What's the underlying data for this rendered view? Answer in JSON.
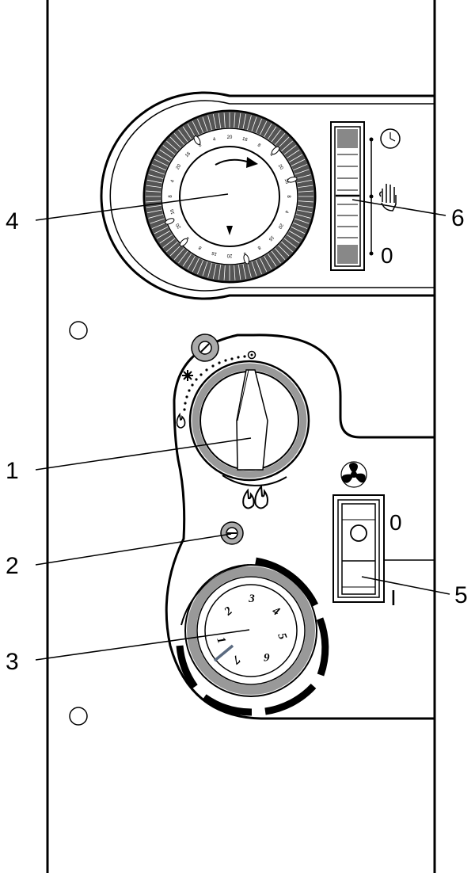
{
  "callouts": [
    {
      "id": "1",
      "label": "1"
    },
    {
      "id": "2",
      "label": "2"
    },
    {
      "id": "3",
      "label": "3"
    },
    {
      "id": "4",
      "label": "4"
    },
    {
      "id": "5",
      "label": "5"
    },
    {
      "id": "6",
      "label": "6"
    }
  ],
  "timer": {
    "hour_labels": [
      "20",
      "16",
      "8",
      "4"
    ],
    "switch_labels": {
      "off": "0"
    },
    "icons": [
      "clock-icon",
      "hand-icon"
    ]
  },
  "temperature_knob": {
    "icons": [
      "frost-icon",
      "small-flame-icon",
      "large-flame-icon",
      "eco-dot-icon"
    ]
  },
  "selector_dial": {
    "numbers": [
      "1",
      "2",
      "3",
      "4",
      "5",
      "6",
      "7"
    ]
  },
  "power_switch": {
    "off_label": "0",
    "on_label": "I",
    "icon": "fan-icon"
  },
  "colors": {
    "line": "#000000",
    "grey": "#9a9a9a",
    "dark_grey": "#555555",
    "background": "#ffffff"
  }
}
